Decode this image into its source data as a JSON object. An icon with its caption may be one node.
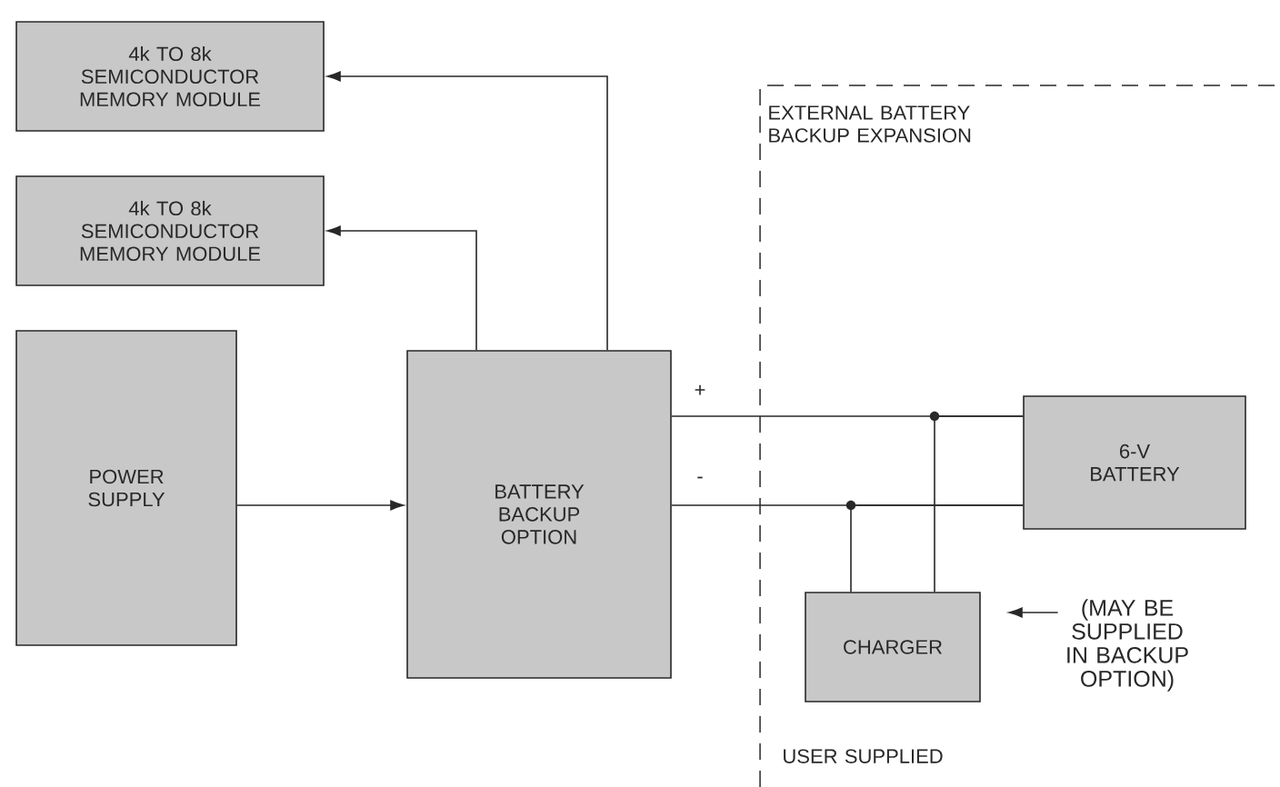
{
  "diagram": {
    "nodes": [
      {
        "text": [
          "4k TO 8k SEMICONDUCTOR MEMORY MODULE"
        ]
      },
      {
        "text": [
          "4k TO 8k SEMICONDUCTOR MEMORY MODULE"
        ]
      },
      {
        "text": [
          "POWER SUPPLY"
        ]
      },
      {
        "text": [
          "BATTERY BACKUP OPTION"
        ]
      },
      {
        "text": [
          "EXTERNAL BATTERY BACKUP EXPANSION",
          "USER SUPPLIED"
        ]
      },
      {
        "text": [
          "6-V BATTERY"
        ],
        "in": 4
      },
      {
        "text": [
          "CHARGER"
        ],
        "in": 4
      },
      {
        "text": [
          "(MAY BE SUPPLIED IN BACKUP OPTION)"
        ],
        "in": 4
      }
    ],
    "edges": [
      {
        "from": 2,
        "to": 3,
        "arrow": "to"
      },
      {
        "from": 3,
        "to": 1,
        "arrow": "to"
      },
      {
        "from": 3,
        "to": 0,
        "arrow": "to"
      },
      {
        "from": 3,
        "to": 5,
        "arrow": "none",
        "label": "+"
      },
      {
        "from": 3,
        "to": 5,
        "arrow": "none",
        "label": "-"
      },
      {
        "from": 6,
        "to": 5,
        "arrow": "none"
      },
      {
        "from": 6,
        "to": 5,
        "arrow": "none"
      },
      {
        "from": 7,
        "to": 6,
        "arrow": "to"
      }
    ]
  }
}
